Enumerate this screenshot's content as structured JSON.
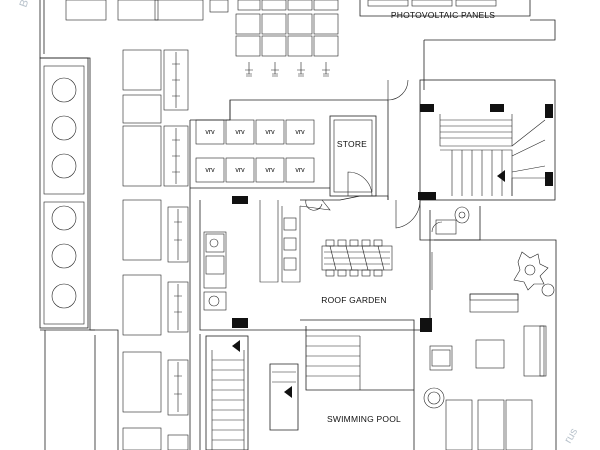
{
  "labels": {
    "photovoltaic": "PHOTOVOLTAIC PANELS",
    "store": "STORE",
    "roof_garden": "ROOF GARDEN",
    "swimming_pool": "SWIMMING POOL",
    "vrv": "vrv"
  },
  "watermark": {
    "left": "Bu",
    "right": "rus"
  },
  "colors": {
    "line": "#222222",
    "wall": "#111111",
    "watermark": "#b9c3cc"
  }
}
